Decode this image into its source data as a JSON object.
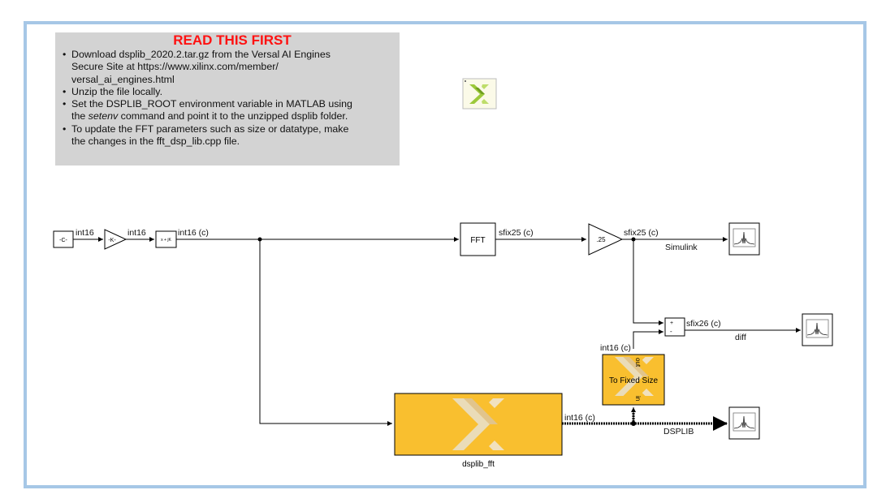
{
  "note": {
    "title": "READ THIS FIRST",
    "bullet": "•",
    "items": [
      {
        "lines": [
          "Download dsplib_2020.2.tar.gz from the Versal AI Engines",
          "Secure Site at https://www.xilinx.com/member/",
          "versal_ai_engines.html"
        ]
      },
      {
        "lines": [
          "Unzip the file locally."
        ]
      },
      {
        "lines": [
          "Set the DSPLIB_ROOT environment variable in MATLAB using"
        ],
        "pre": "the ",
        "em": "setenv",
        "post": " command and point it to the unzipped dsplib folder."
      },
      {
        "lines": [
          "To update the FFT parameters such as size or datatype, make",
          "the changes in the fft_dsp_lib.cpp file."
        ]
      }
    ]
  },
  "blocks": {
    "constant": "-C-",
    "gain": "-K-",
    "complex": "x + jK",
    "fft": "FFT",
    "scale": ".25",
    "sum_plus": "+",
    "sum_minus": "-",
    "to_fixed": "To Fixed Size",
    "to_fixed_out": "out",
    "to_fixed_in": "in",
    "dsplib_name": "dsplib_fft"
  },
  "signals": {
    "s1": "int16",
    "s2": "int16",
    "s3": "int16 (c)",
    "s4": "sfix25 (c)",
    "s5": "sfix25 (c)",
    "s6": "sfix26 (c)",
    "s7": "int16 (c)",
    "s8": "int16 (c)"
  },
  "outputs": {
    "simulink": "Simulink",
    "diff": "diff",
    "dsplib": "DSPLIB"
  },
  "colors": {
    "frame": "#a6c7e6",
    "note_bg": "#d3d3d3",
    "note_title": "#ff1111",
    "xilinx_block": "#f9bf2f"
  }
}
